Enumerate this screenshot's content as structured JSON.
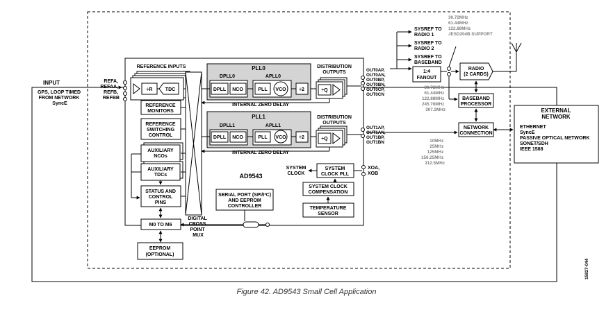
{
  "blocks": {
    "input": "INPUT",
    "gps_lines": [
      "GPS, LOOP TIMED",
      "FROM NETWORK",
      "SyncE"
    ],
    "ref_pins": [
      "REFA,",
      "REFAA,",
      "REFB,",
      "REFBB"
    ],
    "reference_inputs": "REFERENCE INPUTS",
    "div_r": "÷R",
    "tdc": "TDC",
    "reference_monitors": [
      "REFERENCE",
      "MONITORS"
    ],
    "reference_switching": [
      "REFERENCE",
      "SWITCHING",
      "CONTROL"
    ],
    "aux_ncos": [
      "AUXILIARY",
      "NCOs"
    ],
    "aux_tdcs": [
      "AUXILIARY",
      "TDCs"
    ],
    "status_pins": [
      "STATUS AND",
      "CONTROL",
      "PINS"
    ],
    "m0_m6": "M0 TO M6",
    "eeprom": [
      "EEPROM",
      "(OPTIONAL)"
    ],
    "digital_mux": [
      "DIGITAL",
      "CROSS",
      "POINT",
      "MUX"
    ],
    "pll0": "PLL0",
    "pll1": "PLL1",
    "dpll0": "DPLL0",
    "apll0": "APLL0",
    "dpll1": "DPLL1",
    "apll1": "APLL1",
    "dpll": "DPLL",
    "nco": "NCO",
    "pll": "PLL",
    "vco": "VCO",
    "div2": "÷2",
    "divq": "÷Q",
    "dist_outputs": [
      "DISTRIBUTION",
      "OUTPUTS"
    ],
    "internal_zero_delay": "INTERNAL ZERO DELAY",
    "ad9543": "AD9543",
    "system_clock": [
      "SYSTEM",
      "CLOCK"
    ],
    "system_clock_pll": [
      "SYSTEM",
      "CLOCK PLL"
    ],
    "xoa_xob": [
      "XOA,",
      "XOB"
    ],
    "serial_port": [
      "SERIAL PORT (SPI/I²C)",
      "AND EEPROM",
      "CONTROLLER"
    ],
    "sys_clock_comp": [
      "SYSTEM CLOCK",
      "COMPENSATION"
    ],
    "temp_sensor": [
      "TEMPERATURE",
      "SENSOR"
    ],
    "out_pins_0": [
      "OUT0AP,",
      "OUT0AN,",
      "OUT0BP,",
      "OUT0BN,",
      "OUT0CP,",
      "OUT0CN"
    ],
    "out_pins_1": [
      "OUT1AP,",
      "OUT1AN,",
      "OUT1BP,",
      "OUT1BN"
    ],
    "sysref_radio1": [
      "SYSREF TO",
      "RADIO 1"
    ],
    "sysref_radio2": [
      "SYSREF TO",
      "RADIO 2"
    ],
    "sysref_baseband": [
      "SYSREF TO",
      "BASEBAND"
    ],
    "fanout": [
      "1:4",
      "FANOUT"
    ],
    "radio": [
      "RADIO",
      "(2 CARDS)"
    ],
    "baseband_processor": [
      "BASEBAND",
      "PROCESSOR"
    ],
    "network_connection": [
      "NETWORK",
      "CONNECTION"
    ],
    "external_network": [
      "EXTERNAL",
      "NETWORK"
    ],
    "external_list": [
      "ETHERNET",
      "SyncE",
      "PASSIVE OPTICAL NETWORK",
      "SONET/SDH",
      "IEEE 1588"
    ],
    "freq_top": [
      "30.72MHz",
      "61.44MHz",
      "122.88MHz",
      "JESD204B SUPPORT"
    ],
    "freq_mid": [
      "30.72MHz",
      "61.44MHz",
      "122.88MHz",
      "245.76MHz",
      "307.2MHz"
    ],
    "freq_net": [
      "10MHz",
      "25MHz",
      "125MHz",
      "156.25MHz",
      "312.5MHz"
    ],
    "figure_code": "15827-044",
    "caption": "Figure 42. AD9543 Small Cell Application"
  }
}
